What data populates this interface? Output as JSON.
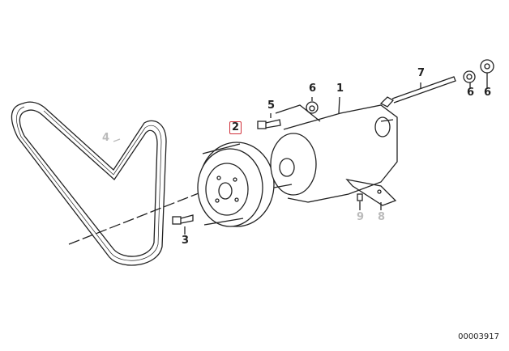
{
  "diagram": {
    "labels": {
      "belt": "4",
      "pulley": "2",
      "bolt_upper": "5",
      "nut_left": "6",
      "pump": "1",
      "stud": "7",
      "nut_mid": "6",
      "nut_right": "6",
      "bolt_lower": "3",
      "screw": "9",
      "bracket": "8"
    },
    "highlight_color": "#d0303a",
    "image_code": "00003917"
  }
}
